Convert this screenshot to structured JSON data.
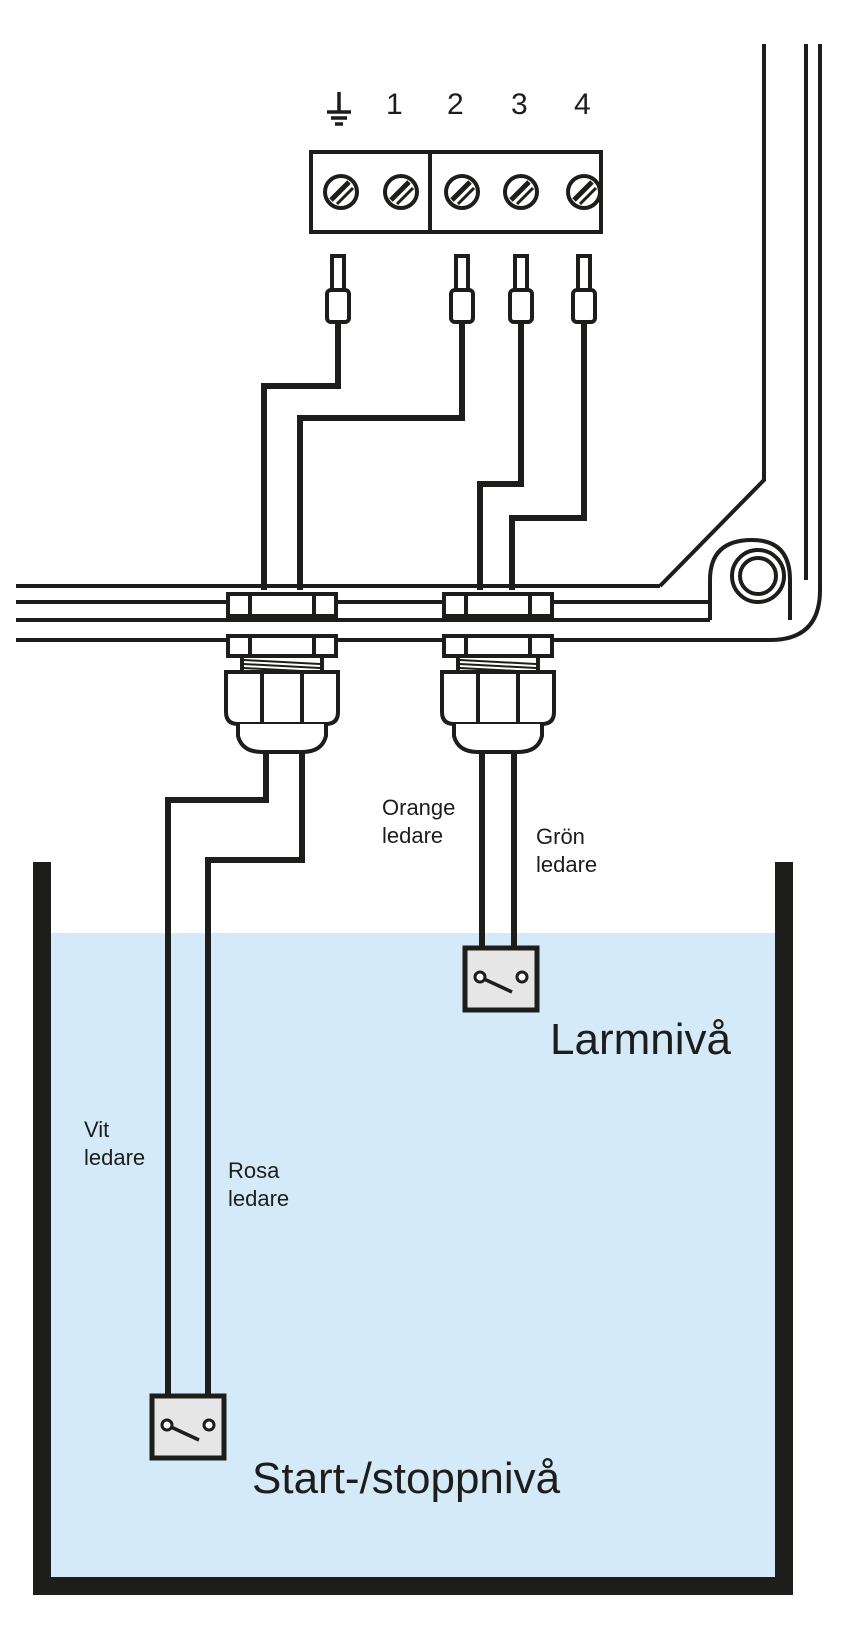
{
  "colors": {
    "line": "#1d1d1b",
    "water": "#d4eaf8",
    "switch_fill": "#e6e6e6"
  },
  "terminal_block": {
    "ground_icon": "ground-icon",
    "terminals": [
      "1",
      "2",
      "3",
      "4"
    ]
  },
  "labels": {
    "orange_wire": "Orange\nledare",
    "green_wire": "Grön\nledare",
    "white_wire": "Vit\nledare",
    "pink_wire": "Rosa\nledare"
  },
  "levels": {
    "alarm": "Larmnivå",
    "start_stop": "Start-/stoppnivå"
  }
}
